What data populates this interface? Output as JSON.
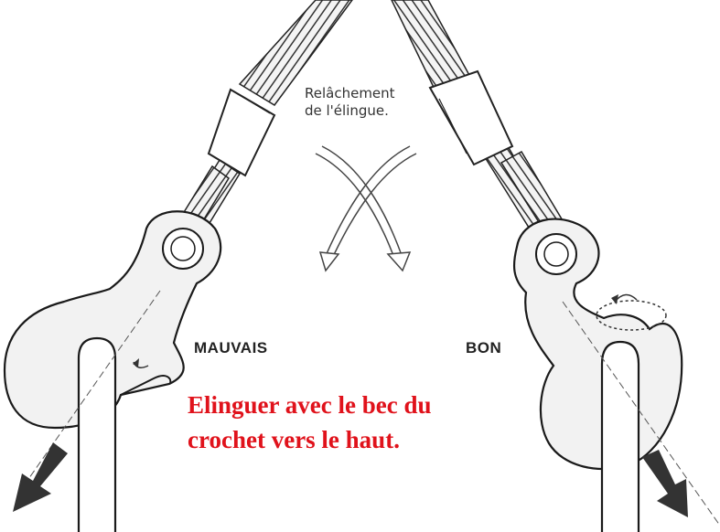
{
  "annotation": {
    "lines": [
      "Relâchement",
      "de l'élingue."
    ]
  },
  "labels": {
    "wrong": "MAUVAIS",
    "right": "BON"
  },
  "caption": {
    "lines": [
      "Elinguer avec le bec du",
      "crochet vers le haut."
    ]
  },
  "colors": {
    "caption": "#e0121b",
    "line_art": "#1a1a1a",
    "hook_fill": "#f2f2f2",
    "background": "#ffffff"
  },
  "icons": {
    "cross_arrows": "slack-arrows-icon",
    "load_arrow": "load-direction-arrow-icon"
  }
}
